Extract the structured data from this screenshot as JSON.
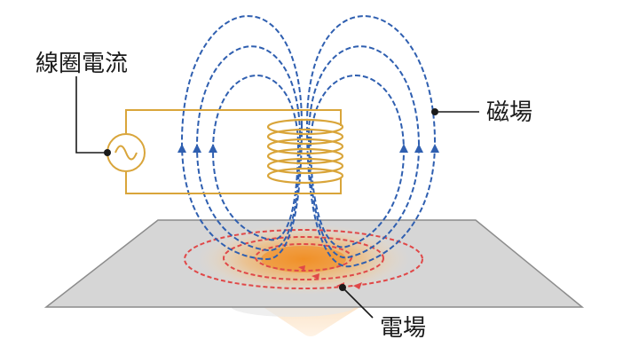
{
  "labels": {
    "coil_current": "線圈電流",
    "magnetic_field": "磁場",
    "electric_field": "電場"
  },
  "colors": {
    "coil": "#d9a53a",
    "magnetic_field_lines": "#2f5fb0",
    "electric_field_lines": "#e04848",
    "plate": "#d6d6d6",
    "plate_edge": "#8c8c8c",
    "heat_core": "#f39a2e",
    "callout": "#1a1a1a"
  },
  "icons": {
    "ac_source": "ac-source-icon"
  }
}
